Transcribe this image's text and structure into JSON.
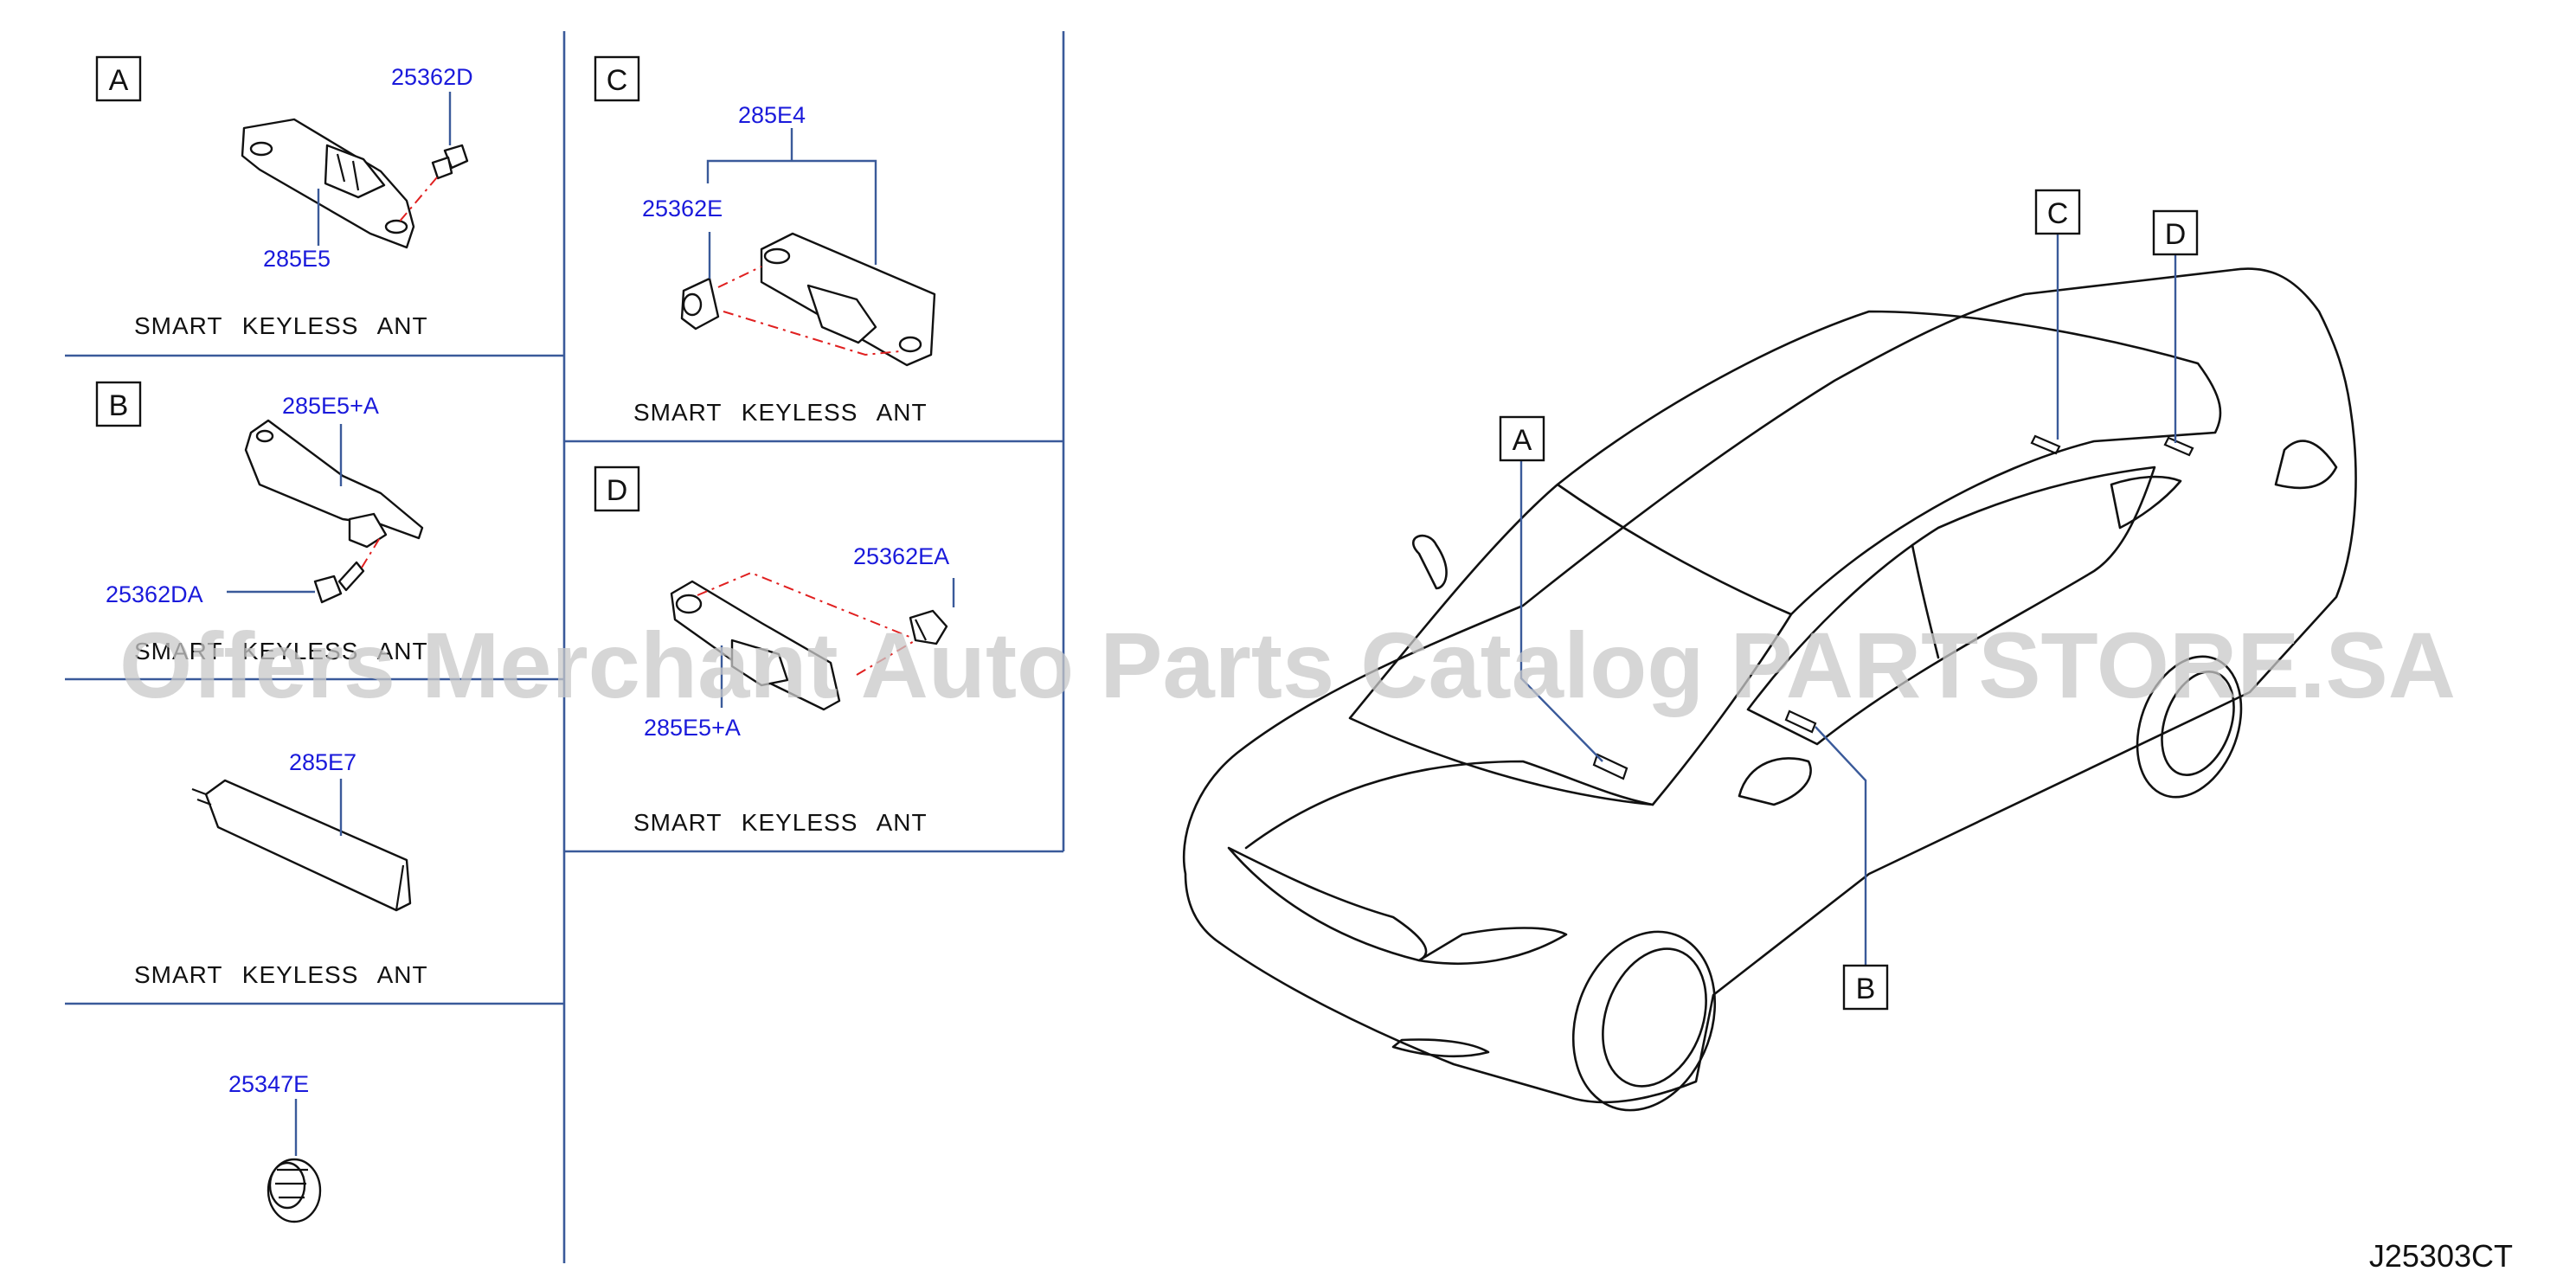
{
  "panels": {
    "A": {
      "letter": "A",
      "part_numbers": [
        "25362D",
        "285E5"
      ],
      "caption": "SMART KEYLESS ANT"
    },
    "B": {
      "letter": "B",
      "part_numbers": [
        "285E5+A",
        "25362DA"
      ],
      "caption": "SMART KEYLESS ANT"
    },
    "C": {
      "letter": "C",
      "part_numbers": [
        "285E4",
        "25362E"
      ],
      "caption": "SMART KEYLESS ANT"
    },
    "D": {
      "letter": "D",
      "part_numbers": [
        "25362EA",
        "285E5+A"
      ],
      "caption": "SMART KEYLESS ANT"
    },
    "E": {
      "part_numbers": [
        "285E7"
      ],
      "caption": "SMART KEYLESS ANT"
    },
    "F": {
      "part_numbers": [
        "25347E"
      ]
    }
  },
  "car_callouts": [
    "A",
    "B",
    "C",
    "D"
  ],
  "watermark": "Offers Merchant Auto Parts Catalog PARTSTORE.SA",
  "diagram_code": "J25303CT",
  "colors": {
    "part_number": "#1a1adb",
    "leader": "#3a5a9a",
    "hidden_line": "#e02020",
    "line": "#111111",
    "watermark": "#c8c8c8"
  }
}
